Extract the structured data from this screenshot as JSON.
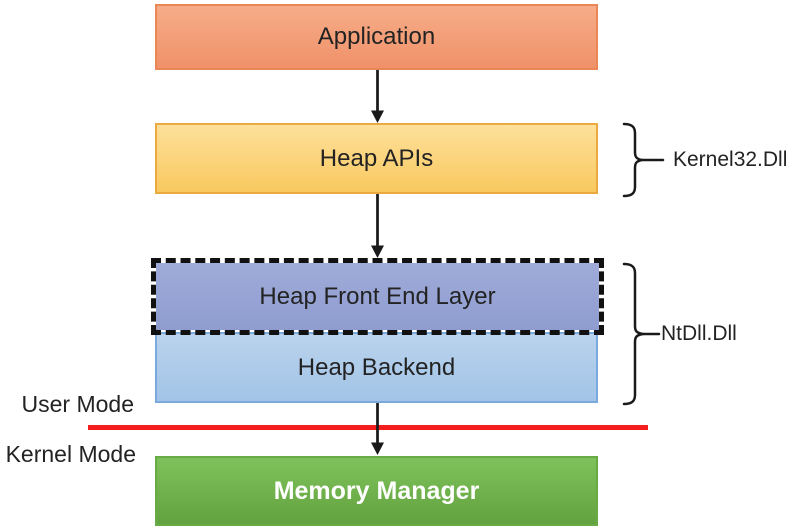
{
  "diagram": {
    "boxes": {
      "application": {
        "label": "Application"
      },
      "heap_apis": {
        "label": "Heap APIs"
      },
      "heap_front_end": {
        "label": "Heap Front End Layer"
      },
      "heap_backend": {
        "label": "Heap Backend"
      },
      "memory_manager": {
        "label": "Memory Manager"
      }
    },
    "brackets": {
      "kernel32": {
        "label": "Kernel32.Dll"
      },
      "ntdll": {
        "label": "NtDll.Dll"
      }
    },
    "mode_labels": {
      "user": "User Mode",
      "kernel": "Kernel Mode"
    },
    "icons": {
      "arrows": [
        "down-arrow",
        "down-arrow",
        "down-arrow"
      ]
    },
    "colors": {
      "application_fill_top": "#F6AD87",
      "application_fill_bottom": "#F0916A",
      "application_border": "#E98756",
      "heap_apis_fill_top": "#FDE09B",
      "heap_apis_fill_bottom": "#F9C95F",
      "heap_apis_border": "#EAAA41",
      "front_end_fill_top": "#A0ABD9",
      "front_end_fill_bottom": "#8E9CCF",
      "front_end_dash": "#111111",
      "backend_fill_top": "#BAD3ED",
      "backend_fill_bottom": "#A2C4E7",
      "backend_border": "#79A9DD",
      "memory_fill_top": "#7FC25B",
      "memory_fill_bottom": "#62A23F",
      "memory_border": "#67AB47",
      "memory_text": "#FFFFFF",
      "divider_red": "#F51D1D",
      "line_black": "#1A1A1A",
      "text_color": "#232323"
    }
  }
}
